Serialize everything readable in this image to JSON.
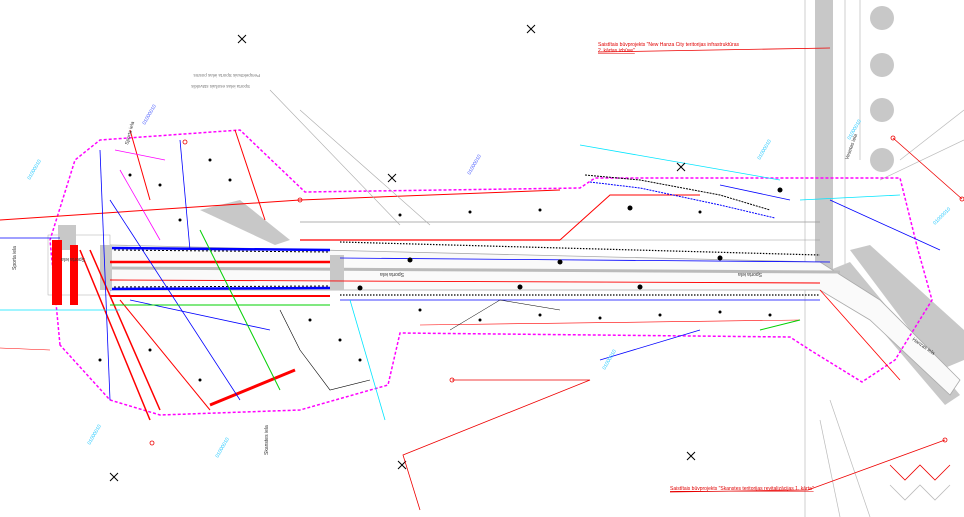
{
  "drawing": {
    "colors": {
      "boundary": "#ff00ff",
      "road": "#bdbdbd",
      "red_network": "#ff0000",
      "blue_network": "#0000ff",
      "cyan": "#00e5ff",
      "green": "#00d000",
      "black": "#000000"
    },
    "annotations": {
      "top_right": [
        "Saistītais būvprojekts \"New Hanza City teritorijas infrastruktūras",
        "2. kārtas izbūve\""
      ],
      "bottom_right": "Saistītais būvprojekts \"Skanstes teritorijas revitalizācijas 1. kārta\"",
      "top_left_gray": [
        "Perspektīvais Sporta ielas posms",
        "Sporta ielas esošais stāvoklis"
      ]
    },
    "street_labels": {
      "sporta_left": "Sporta iela",
      "sporta_mid": "Sporta iela",
      "sporta_right": "Sporta iela",
      "sporta_vertical": "Sporta iela",
      "skanstes": "Skanstes iela",
      "hanzas": "Hanzas iela",
      "vesetas": "Vesetas iela"
    },
    "cadastre_codes": [
      "01000010",
      "01000010",
      "01000010",
      "01000010",
      "01000010",
      "01000010",
      "01000010",
      "01000010",
      "01000010"
    ]
  }
}
